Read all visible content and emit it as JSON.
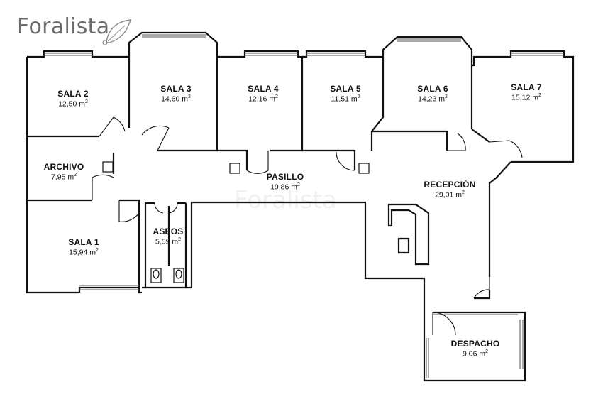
{
  "brand": {
    "name": "Foralista",
    "color": "#6b6b6b"
  },
  "watermark": {
    "text": "Foralista"
  },
  "rooms": [
    {
      "id": "sala-2",
      "name": "SALA 2",
      "area": "12,50 m"
    },
    {
      "id": "sala-3",
      "name": "SALA 3",
      "area": "14,60 m"
    },
    {
      "id": "sala-4",
      "name": "SALA 4",
      "area": "12,16 m"
    },
    {
      "id": "sala-5",
      "name": "SALA 5",
      "area": "11,51 m"
    },
    {
      "id": "sala-6",
      "name": "SALA 6",
      "area": "14,23 m"
    },
    {
      "id": "sala-7",
      "name": "SALA 7",
      "area": "15,12 m"
    },
    {
      "id": "archivo",
      "name": "ARCHIVO",
      "area": "7,95 m"
    },
    {
      "id": "pasillo",
      "name": "PASILLO",
      "area": "19,86 m"
    },
    {
      "id": "recepcion",
      "name": "RECEPCIÓN",
      "area": "29,01 m"
    },
    {
      "id": "aseos",
      "name": "ASEOS",
      "area": "5,59 m"
    },
    {
      "id": "sala-1",
      "name": "SALA 1",
      "area": "15,94 m"
    },
    {
      "id": "despacho",
      "name": "DESPACHO",
      "area": "9,06 m"
    }
  ],
  "area_unit_exponent": "2",
  "colors": {
    "wall": "#111111",
    "window": "#555555",
    "paper": "#ffffff"
  }
}
